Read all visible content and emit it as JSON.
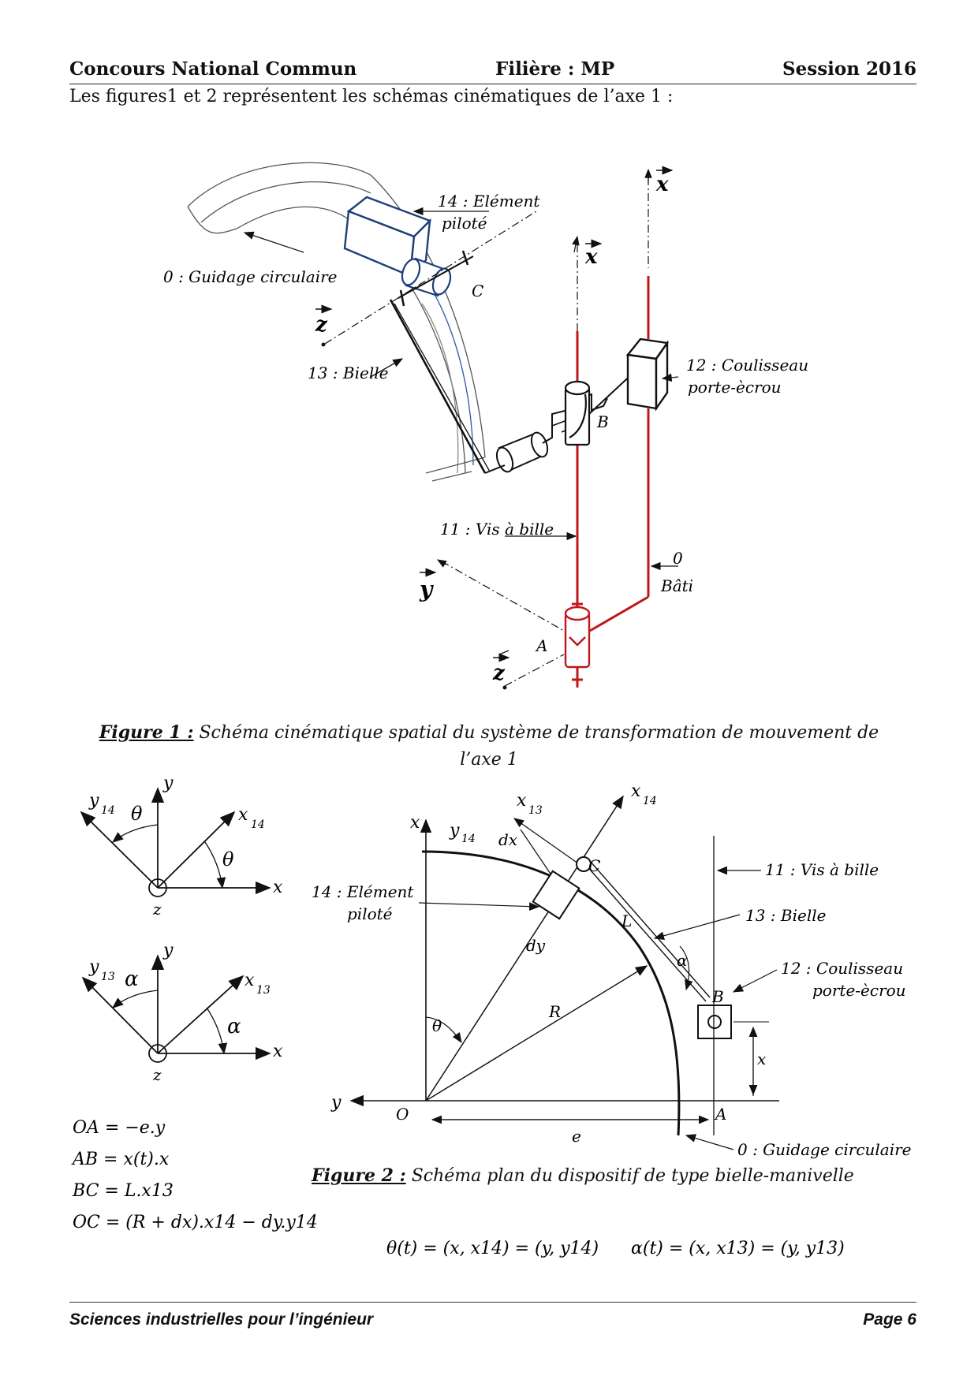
{
  "header": {
    "left": "Concours National Commun",
    "center": "Filière : MP",
    "right": "Session 2016"
  },
  "intro": "Les figures1 et 2 représentent les schémas cinématiques de l’axe 1 :",
  "figure1": {
    "labels": {
      "element": "14 : Elément",
      "element2": "piloté",
      "guidage": "0 : Guidage circulaire",
      "bielle": "13 : Bielle",
      "coulisseau": "12 : Coulisseau",
      "coulisseau2": "porte-ècrou",
      "vis": "11 : Vis à bille",
      "bati0": "0",
      "bati": "Bâti",
      "C": "C",
      "B": "B",
      "A": "A",
      "x": "x",
      "y": "y",
      "z": "z"
    },
    "caption_bold": "Figure 1 :",
    "caption_text": " Schéma cinématique spatial  du système de transformation de mouvement de l’axe 1"
  },
  "figure2": {
    "labels": {
      "element": "14 : Elément",
      "element2": "piloté",
      "vis": "11 : Vis à bille",
      "bielle": "13 : Bielle",
      "coulisseau": "12 : Coulisseau",
      "coulisseau2": "porte-ècrou",
      "guidage": "0 : Guidage circulaire",
      "R": "R",
      "L": "L",
      "e": "e",
      "x": "x",
      "O": "O",
      "A": "A",
      "B": "B",
      "C": "C",
      "dx": "dx",
      "dy": "dy",
      "theta": "θ",
      "alpha": "α"
    },
    "caption_bold": "Figure 2 :",
    "caption_text": " Schéma plan du dispositif de type bielle-manivelle"
  },
  "frames": {
    "theta": "θ",
    "alpha": "α",
    "sub14": "14",
    "sub13": "13"
  },
  "equations": {
    "OA": "OA = −e.y",
    "AB": "AB = x(t).x",
    "BC": "BC = L.x13",
    "OC": "OC = (R + dx).x14 − dy.y14",
    "theta": "θ(t) = (x, x14) = (y, y14)",
    "alpha": "α(t) = (x, x13) = (y, y13)"
  },
  "footer": {
    "left": "Sciences industrielles pour l’ingénieur",
    "right": "Page 6"
  }
}
